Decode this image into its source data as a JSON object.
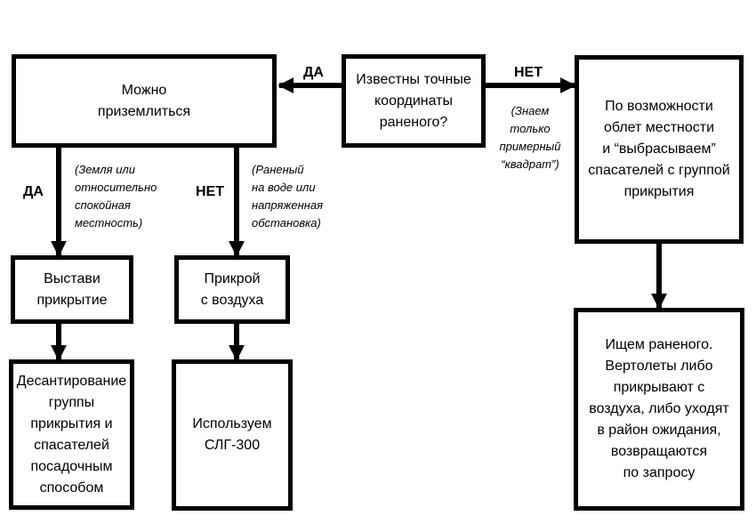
{
  "boxes": {
    "can_land": "Можно\nприземлиться",
    "coords_known": "Известны точные\nкоординаты\nраненого?",
    "flyover": "По возможности\nоблет местности\nи “выбрасываем”\nспасателей с группой\nприкрытия",
    "set_cover": "Выстави\nприкрытие",
    "air_cover": "Прикрой\nс воздуха",
    "landing": "Десантирование\nгруппы\nприкрытия и\nспасателей\nпосадочным\nспособом",
    "slg300": "Используем\nСЛГ-300",
    "search": "Ищем раненого.\nВертолеты либо\nприкрывают с\nвоздуха, либо уходят\nв район ожидания,\nвозвращаются\nпо запросу"
  },
  "labels": {
    "yes_top": "ДА",
    "no_top": "НЕТ",
    "yes_left": "ДА",
    "no_mid": "НЕТ"
  },
  "notes": {
    "square": "(Знаем\nтолько\nпримерный\n“квадрат”)",
    "ground": "(Земля или\nотносительно\nспокойная\nместность)",
    "water": "(Раненый\nна воде или\nнапряженная\nобстановка)"
  }
}
